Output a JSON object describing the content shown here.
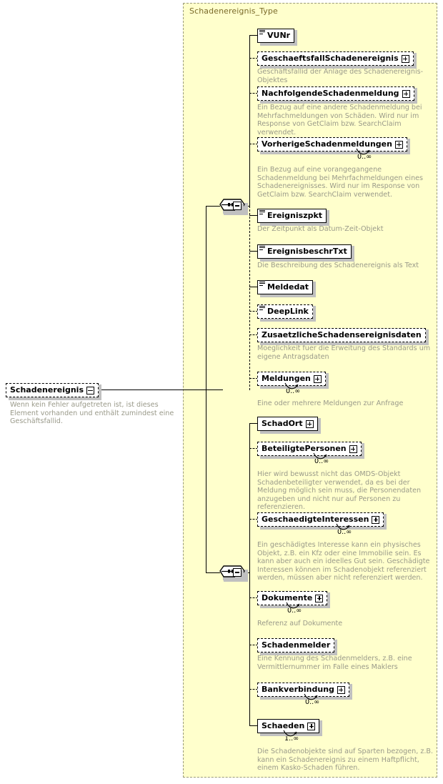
{
  "diagram": {
    "kind": "xml-schema-element-diagram",
    "type_title": "Schadenereignis_Type",
    "colors": {
      "type_background": "#ffffcc",
      "type_border": "#9a9a7a",
      "title_text": "#7a6a2a",
      "annotation_text": "#9a9a8a",
      "node_fill": "#ffffff",
      "node_border": "#000000",
      "shadow": "#c0c0c0"
    }
  },
  "root": {
    "label": "Schadenereignis",
    "toggle": "minus",
    "optional": true,
    "annotation": "Wenn kein Fehler aufgetreten ist, ist dieses Element vorhanden und enthält zumindest eine Geschäftsfallid."
  },
  "groups": [
    {
      "name": "sequence-1",
      "compositor": "sequence",
      "toggle": "minus",
      "children": [
        {
          "label": "VUNr",
          "optional": false,
          "simple_type": true,
          "expander": "none",
          "occurrence": "",
          "annotation": ""
        },
        {
          "label": "GeschaeftsfallSchadenereignis",
          "optional": true,
          "simple_type": false,
          "expander": "plus",
          "occurrence": "",
          "annotation": "Geschäftsfallid der Anlage des Schadenereignis-Objektes"
        },
        {
          "label": "NachfolgendeSchadenmeldung",
          "optional": true,
          "simple_type": false,
          "expander": "plus",
          "occurrence": "",
          "annotation": "Ein Bezug auf eine andere Schadenmeldung bei Mehrfachmeldungen von Schäden. Wird nur im Response von GetClaim bzw. SearchClaim verwendet."
        },
        {
          "label": "VorherigeSchadenmeldungen",
          "optional": true,
          "simple_type": false,
          "expander": "plus",
          "occurrence": "0..∞",
          "annotation": "Ein Bezug auf eine vorangegangene Schadenmeldung bei Mehrfachmeldungen eines Schadenereignisses. Wird nur im Response von GetClaim bzw. SearchClaim verwendet."
        },
        {
          "label": "Ereigniszpkt",
          "optional": false,
          "simple_type": true,
          "expander": "none",
          "occurrence": "",
          "annotation": "Der Zeitpunkt als Datum-Zeit-Objekt"
        },
        {
          "label": "EreignisbeschrTxt",
          "optional": false,
          "simple_type": true,
          "expander": "none",
          "occurrence": "",
          "annotation": "Die Beschreibung des Schadenereignis als Text"
        },
        {
          "label": "Meldedat",
          "optional": false,
          "simple_type": true,
          "expander": "none",
          "occurrence": "",
          "annotation": ""
        },
        {
          "label": "DeepLink",
          "optional": true,
          "simple_type": true,
          "expander": "none",
          "occurrence": "",
          "annotation": ""
        },
        {
          "label": "ZusaetzlicheSchadensereignisdaten",
          "optional": true,
          "simple_type": false,
          "expander": "none",
          "occurrence": "",
          "annotation": "Moeglichkeit fuer die Erweitung des Standards um eigene Antragsdaten"
        },
        {
          "label": "Meldungen",
          "optional": true,
          "simple_type": false,
          "expander": "plus",
          "occurrence": "0..∞",
          "annotation": "Eine oder mehrere Meldungen zur Anfrage"
        }
      ]
    },
    {
      "name": "sequence-2",
      "compositor": "sequence",
      "toggle": "minus",
      "children": [
        {
          "label": "SchadOrt",
          "optional": false,
          "simple_type": false,
          "expander": "plus",
          "occurrence": "",
          "annotation": ""
        },
        {
          "label": "BeteiligtePersonen",
          "optional": true,
          "simple_type": false,
          "expander": "plus",
          "occurrence": "0..∞",
          "annotation": "Hier wird bewusst nicht das OMDS-Objekt Schadenbeteiligter verwendet, da es bei der Meldung möglich sein muss, die Personendaten anzugeben und nicht nur auf Personen zu referenzieren."
        },
        {
          "label": "GeschaedigteInteressen",
          "optional": true,
          "simple_type": false,
          "expander": "plus",
          "occurrence": "0..∞",
          "annotation": "Ein geschädigtes Interesse kann ein physisches Objekt, z.B. ein Kfz oder eine Immobilie sein. Es kann aber auch ein ideelles Gut sein. Geschädigte Interessen können im Schadenobjekt referenziert werden, müssen aber nicht referenziert werden."
        },
        {
          "label": "Dokumente",
          "optional": true,
          "simple_type": false,
          "expander": "plus",
          "occurrence": "0..∞",
          "annotation": "Referenz auf Dokumente"
        },
        {
          "label": "Schadenmelder",
          "optional": true,
          "simple_type": false,
          "expander": "none",
          "occurrence": "",
          "annotation": "Eine Kennung des Schadenmelders, z.B. eine Vermittlernummer im Falle eines Maklers"
        },
        {
          "label": "Bankverbindung",
          "optional": true,
          "simple_type": false,
          "expander": "plus",
          "occurrence": "0..∞",
          "annotation": ""
        },
        {
          "label": "Schaeden",
          "optional": false,
          "simple_type": false,
          "expander": "plus",
          "occurrence": "1..∞",
          "annotation": "Die Schadenobjekte sind auf Sparten bezogen, z.B. kann ein Schadenereignis zu einem Haftpflicht, einem Kasko-Schaden führen."
        }
      ]
    }
  ]
}
